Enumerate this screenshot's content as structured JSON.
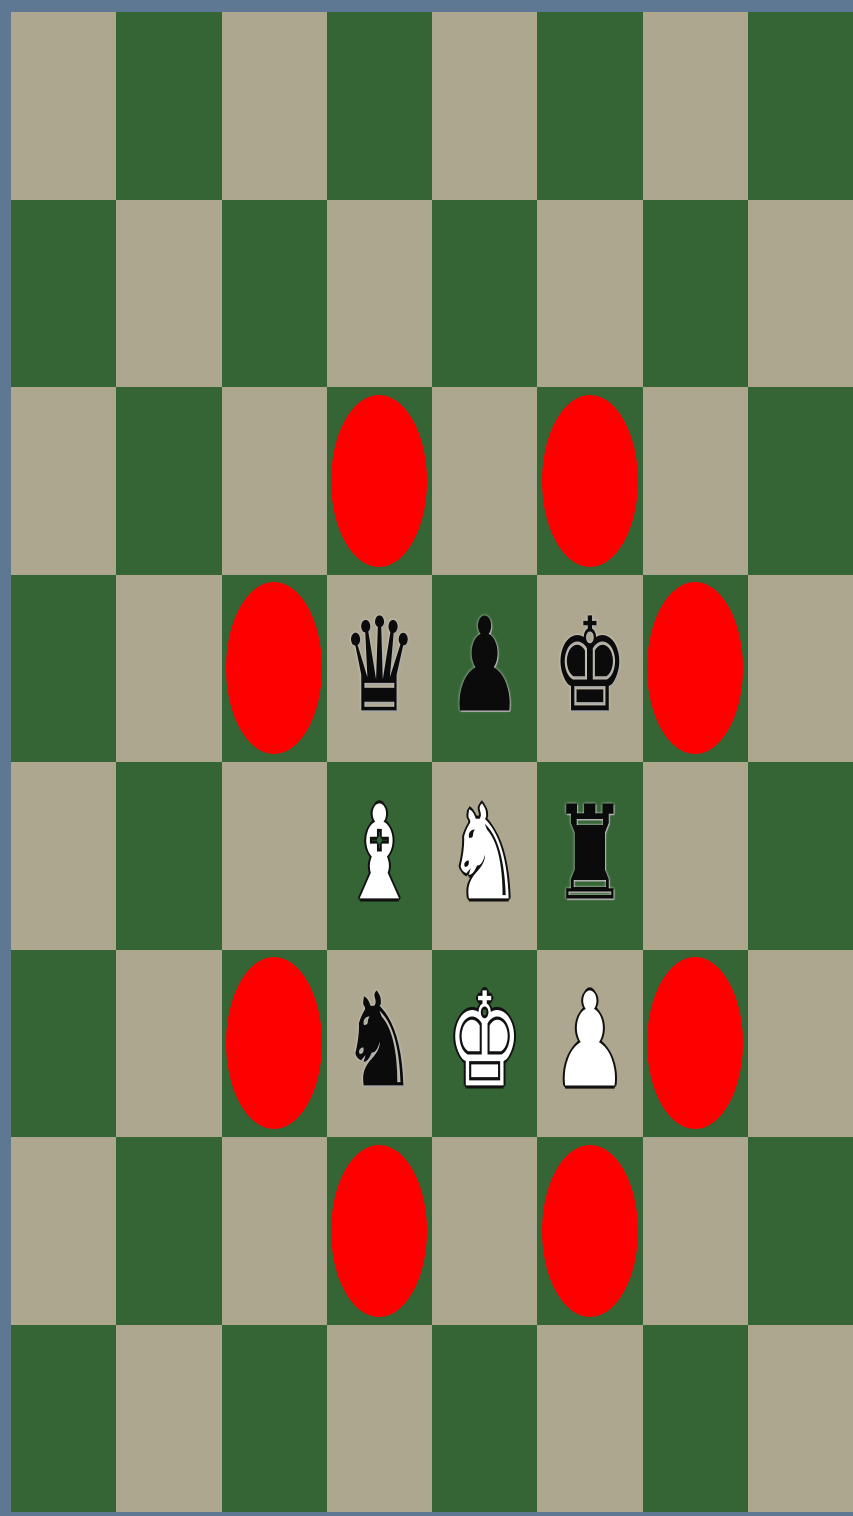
{
  "board": {
    "files": 8,
    "ranks": 8,
    "light_color": "#aea78f",
    "dark_color": "#356535",
    "marker_color": "#ff0000",
    "pieces": [
      {
        "row": 3,
        "col": 3,
        "type": "queen",
        "color": "black",
        "glyph": "♛"
      },
      {
        "row": 3,
        "col": 4,
        "type": "pawn",
        "color": "black",
        "glyph": "♟"
      },
      {
        "row": 3,
        "col": 5,
        "type": "king",
        "color": "black",
        "glyph": "♚"
      },
      {
        "row": 4,
        "col": 3,
        "type": "bishop",
        "color": "white",
        "glyph": "♝"
      },
      {
        "row": 4,
        "col": 4,
        "type": "knight",
        "color": "white",
        "glyph": "♞"
      },
      {
        "row": 4,
        "col": 5,
        "type": "rook",
        "color": "black",
        "glyph": "♜"
      },
      {
        "row": 5,
        "col": 3,
        "type": "knight",
        "color": "black",
        "glyph": "♞"
      },
      {
        "row": 5,
        "col": 4,
        "type": "king",
        "color": "white",
        "glyph": "♚"
      },
      {
        "row": 5,
        "col": 5,
        "type": "pawn",
        "color": "white",
        "glyph": "♟"
      }
    ],
    "markers": [
      {
        "row": 2,
        "col": 3
      },
      {
        "row": 2,
        "col": 5
      },
      {
        "row": 3,
        "col": 2
      },
      {
        "row": 3,
        "col": 6
      },
      {
        "row": 5,
        "col": 2
      },
      {
        "row": 5,
        "col": 6
      },
      {
        "row": 6,
        "col": 3
      },
      {
        "row": 6,
        "col": 5
      }
    ]
  }
}
